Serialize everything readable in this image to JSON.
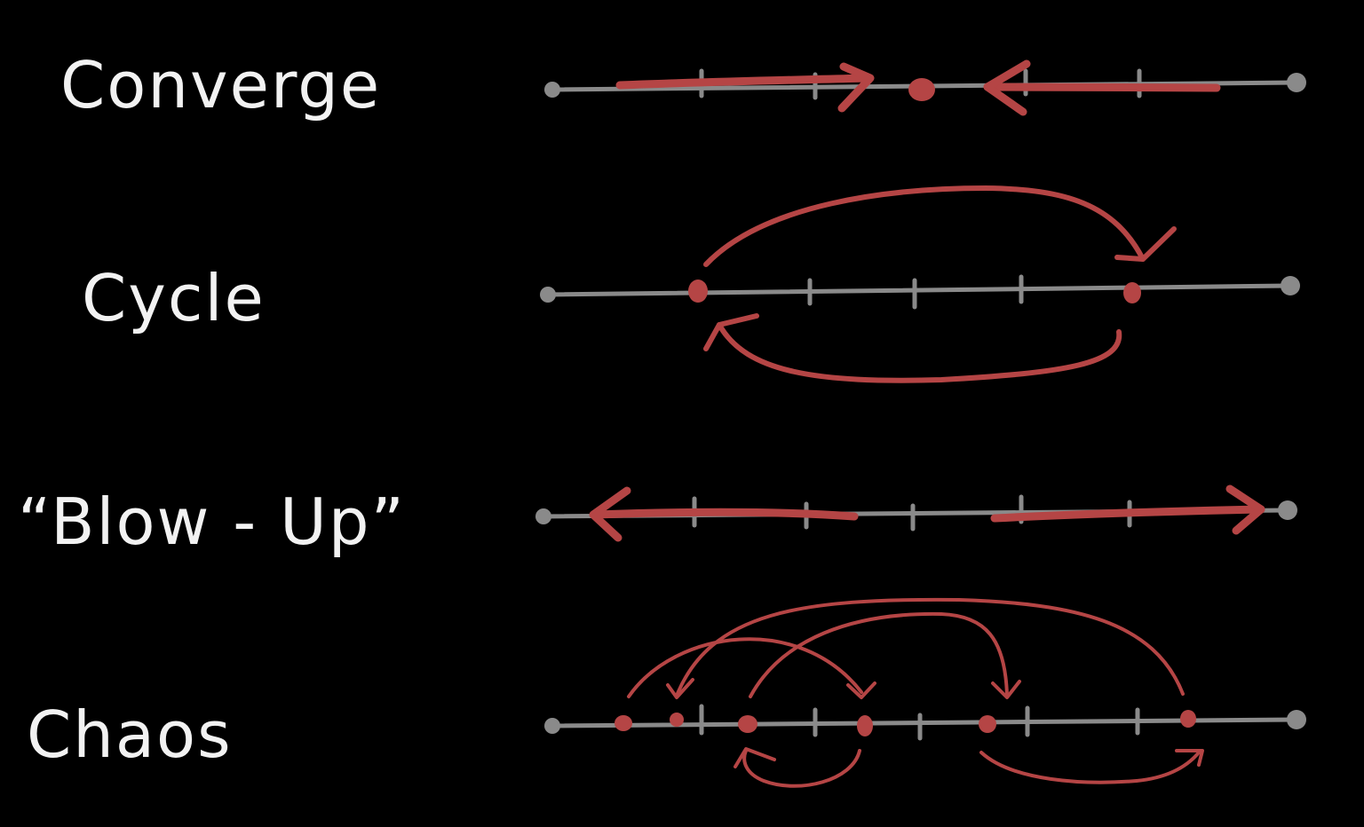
{
  "rows": {
    "converge": {
      "label": "Converge"
    },
    "cycle": {
      "label": "Cycle"
    },
    "blowup": {
      "label": "“Blow - Up”"
    },
    "chaos": {
      "label": "Chaos"
    }
  },
  "colors": {
    "background": "#000000",
    "text": "#f2f2f2",
    "axis": "#8a8a8a",
    "arrow": "#b54545"
  }
}
